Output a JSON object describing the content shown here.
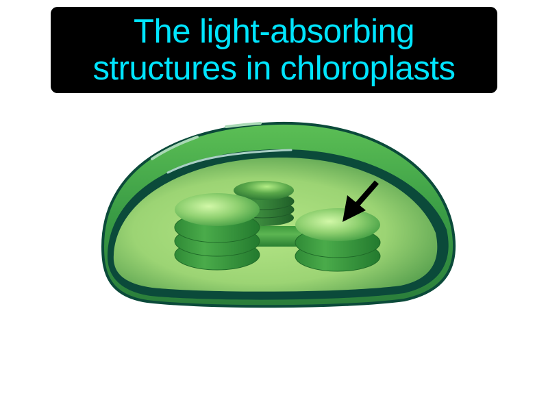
{
  "title": {
    "line1": "The light-absorbing",
    "line2": "structures in chloroplasts",
    "text_color": "#00e5ff",
    "background_color": "#000000"
  },
  "illustration": {
    "subject": "chloroplast cross-section",
    "parts": [
      "outer-membrane",
      "inner-membrane",
      "stroma",
      "granum-left",
      "granum-back",
      "granum-right",
      "stroma-lamella"
    ],
    "highlighted_part": "granum-right",
    "pointer": "arrow-icon",
    "colors": {
      "outer_membrane": "#3fa848",
      "inner_border": "#0b4a3a",
      "stroma": "#9fd877",
      "thylakoid": "#3a9a3e",
      "thylakoid_top": "#c9f5a0",
      "arrow": "#000000"
    }
  }
}
